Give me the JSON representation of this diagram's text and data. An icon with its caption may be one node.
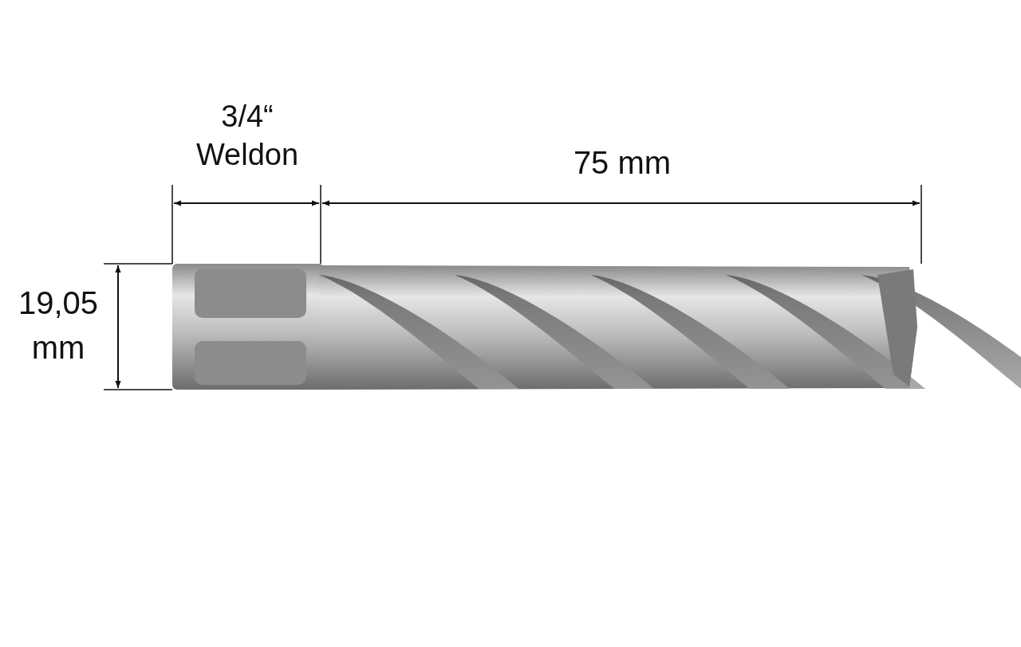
{
  "diagram": {
    "labels": [
      "3/4“ Weldon",
      "75 mm",
      "19,05 mm"
    ]
  }
}
